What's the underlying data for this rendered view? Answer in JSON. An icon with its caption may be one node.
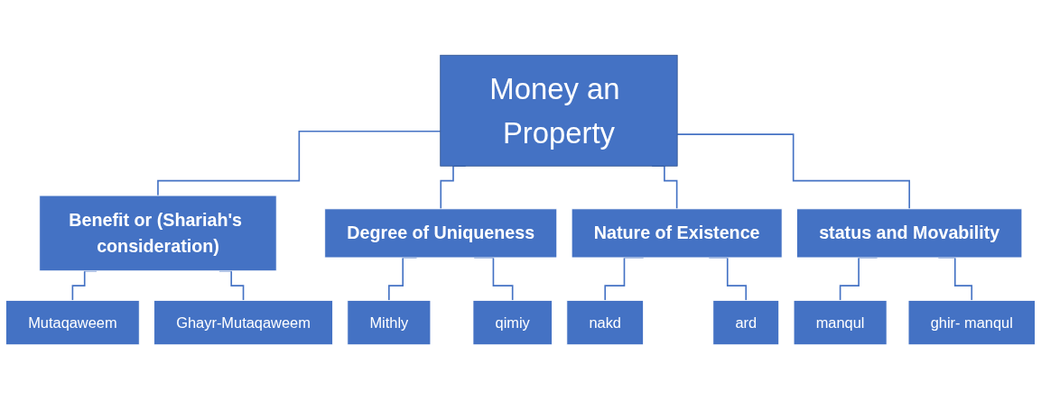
{
  "diagram": {
    "nodes": [
      {
        "text": [
          "Money an Property"
        ]
      },
      {
        "text": [
          "Benefit or (Shariah's consideration)"
        ]
      },
      {
        "text": [
          "Degree of Uniqueness"
        ]
      },
      {
        "text": [
          "Nature of Existence"
        ]
      },
      {
        "text": [
          "status and Movability"
        ]
      },
      {
        "text": [
          "Mutaqaweem"
        ]
      },
      {
        "text": [
          "Ghayr-Mutaqaweem"
        ]
      },
      {
        "text": [
          "Mithly"
        ]
      },
      {
        "text": [
          "qimiy"
        ]
      },
      {
        "text": [
          "nakd"
        ]
      },
      {
        "text": [
          "ard"
        ]
      },
      {
        "text": [
          "manqul"
        ]
      },
      {
        "text": [
          "ghir- manqul"
        ]
      }
    ],
    "edges": [
      {
        "from": 0,
        "to": 1,
        "arrow": "none"
      },
      {
        "from": 0,
        "to": 2,
        "arrow": "none"
      },
      {
        "from": 0,
        "to": 3,
        "arrow": "none"
      },
      {
        "from": 0,
        "to": 4,
        "arrow": "none"
      },
      {
        "from": 1,
        "to": 5,
        "arrow": "none"
      },
      {
        "from": 1,
        "to": 6,
        "arrow": "none"
      },
      {
        "from": 2,
        "to": 7,
        "arrow": "none"
      },
      {
        "from": 2,
        "to": 8,
        "arrow": "none"
      },
      {
        "from": 3,
        "to": 9,
        "arrow": "none"
      },
      {
        "from": 3,
        "to": 10,
        "arrow": "none"
      },
      {
        "from": 4,
        "to": 11,
        "arrow": "none"
      },
      {
        "from": 4,
        "to": 12,
        "arrow": "none"
      }
    ]
  }
}
